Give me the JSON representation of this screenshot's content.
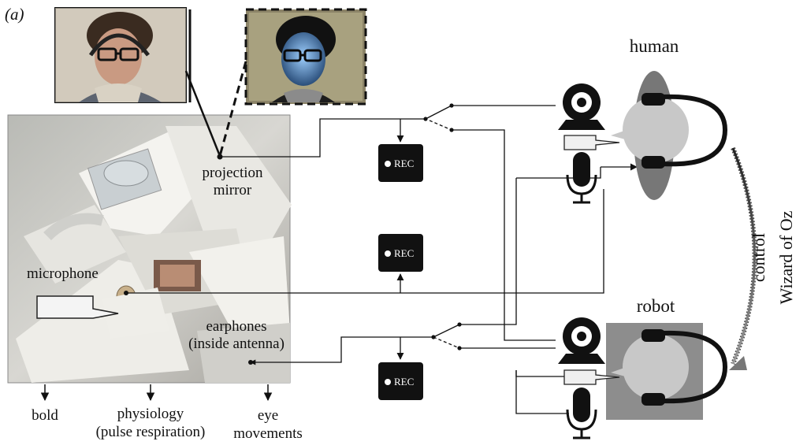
{
  "panel_label": "(a)",
  "photo_labels": {
    "projection": "projection",
    "mirror": "mirror",
    "microphone": "microphone",
    "earphones": "earphones",
    "inside_antenna": "(inside antenna)"
  },
  "bottom_labels": {
    "bold": "bold",
    "physiology": "physiology",
    "pulse_respiration": "(pulse respiration)",
    "eye": "eye",
    "movements": "movements"
  },
  "recorders": [
    "REC",
    "REC",
    "REC"
  ],
  "participants": {
    "human": "human",
    "robot": "robot"
  },
  "side_labels": {
    "control": "control",
    "wizard": "Wizard of Oz"
  }
}
